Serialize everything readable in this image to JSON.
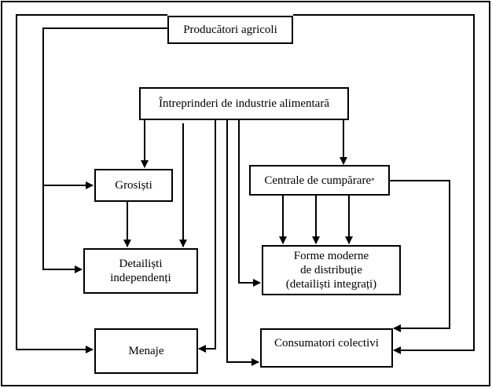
{
  "diagram": {
    "nodes": {
      "producatori": {
        "label": "Producători agricoli"
      },
      "intreprinderi": {
        "label": "Întreprinderi de industrie alimentară"
      },
      "grosisti": {
        "label": "Grosiști"
      },
      "centrale": {
        "label": "Centrale de cumpărare",
        "footnote_mark": "*"
      },
      "detailisti": {
        "lines": [
          "Detailiști",
          "independenți"
        ]
      },
      "forme": {
        "lines": [
          "Forme moderne",
          "de distribuție",
          "(detailiști integrați)"
        ]
      },
      "menaje": {
        "label": "Menaje"
      },
      "consumatori": {
        "label": "Consumatori colectivi"
      }
    },
    "edges": [
      {
        "from": "producatori",
        "to": "grosisti"
      },
      {
        "from": "producatori",
        "to": "detailisti"
      },
      {
        "from": "producatori",
        "to": "menaje"
      },
      {
        "from": "producatori",
        "to": "consumatori"
      },
      {
        "from": "intreprinderi",
        "to": "grosisti"
      },
      {
        "from": "intreprinderi",
        "to": "detailisti"
      },
      {
        "from": "intreprinderi",
        "to": "menaje"
      },
      {
        "from": "intreprinderi",
        "to": "consumatori"
      },
      {
        "from": "intreprinderi",
        "to": "forme"
      },
      {
        "from": "intreprinderi",
        "to": "centrale"
      },
      {
        "from": "grosisti",
        "to": "detailisti"
      },
      {
        "from": "centrale",
        "to": "forme",
        "count": 3
      },
      {
        "from": "centrale",
        "to": "consumatori"
      }
    ]
  }
}
